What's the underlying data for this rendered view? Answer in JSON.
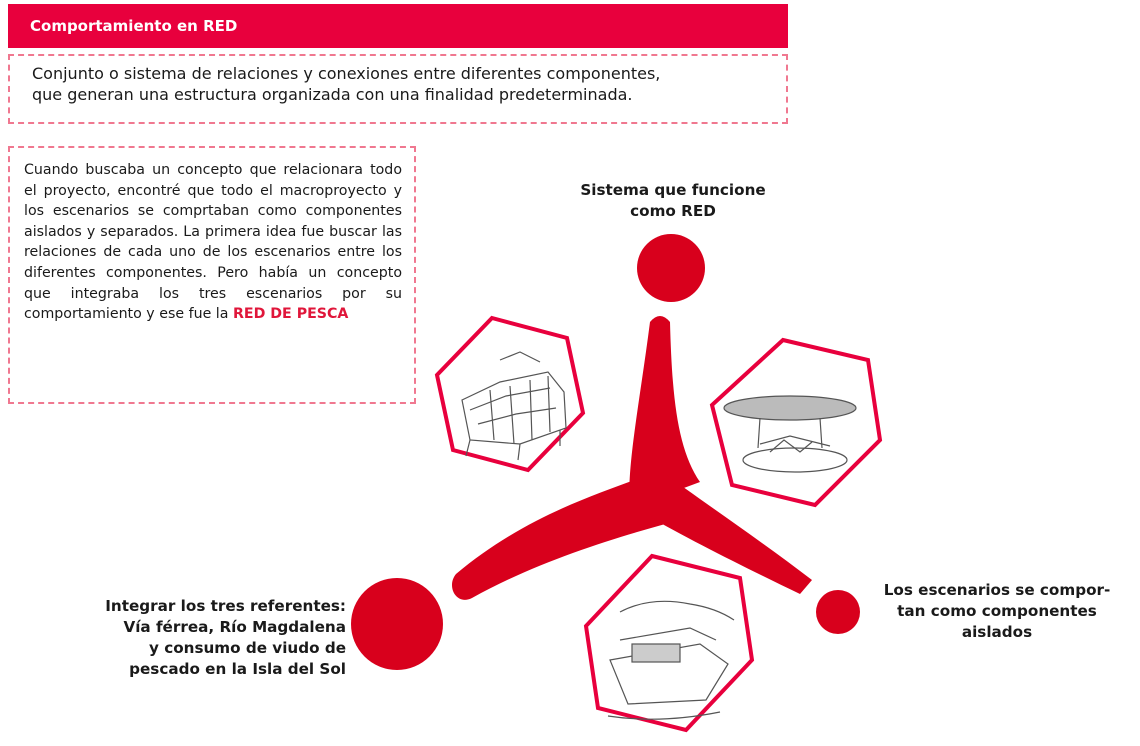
{
  "header": {
    "title": "Comportamiento en RED"
  },
  "definition": {
    "line1": "Conjunto o sistema de relaciones y conexiones entre diferentes componentes,",
    "line2": "que generan una estructura organizada con una finalidad predeterminada."
  },
  "story": {
    "text": "Cuando buscaba un concepto que relacionara todo el proyecto, encontré que todo el macroproyecto y los escenarios se comprtaban como componentes aislados y separados. La primera idea fue buscar las relaciones de cada uno de los escenarios entre los diferentes componentes. Pero había un concepto que integraba los tres escenarios por su comportamiento y ese fue la ",
    "highlight": "RED DE PESCA"
  },
  "nodes": {
    "top": {
      "line1": "Sistema que funcione",
      "line2": "como RED"
    },
    "left": {
      "line1": "Integrar los tres referentes:",
      "line2": "Vía férrea, Río Magdalena",
      "line3": "y consumo de viudo de",
      "line4": "pescado en la Isla del Sol"
    },
    "right": {
      "line1": "Los escenarios se compor-",
      "line2": "tan como componentes",
      "line3": "aislados"
    }
  },
  "colors": {
    "accent": "#e8003d",
    "node_red": "#d8001c",
    "dashed_border": "#f07890",
    "hexagon_stroke": "#e8003d"
  },
  "images": [
    {
      "icon": "sketch-pier-structure"
    },
    {
      "icon": "sketch-canopy-boat"
    },
    {
      "icon": "sketch-river-boat"
    }
  ]
}
